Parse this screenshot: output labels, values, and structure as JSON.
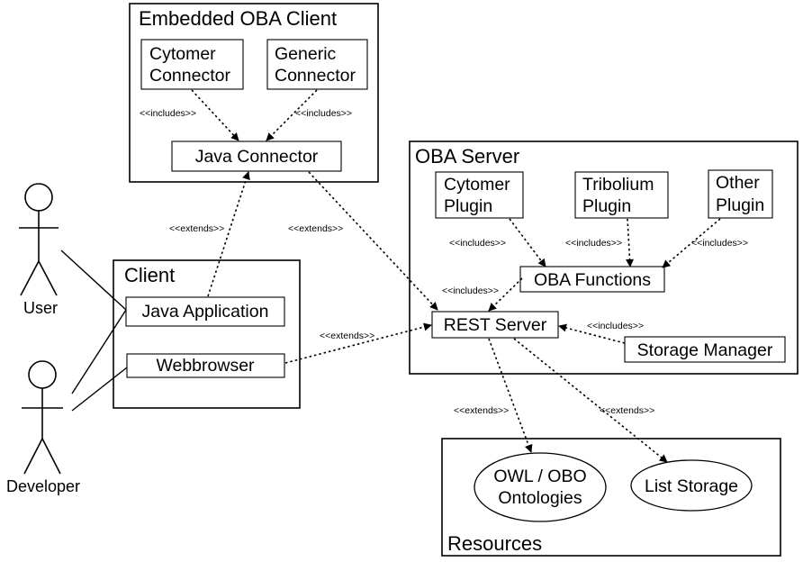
{
  "frames": {
    "embedded": "Embedded OBA Client",
    "oba_server": "OBA Server",
    "client": "Client",
    "resources": "Resources"
  },
  "components": {
    "cytomer_connector": [
      "Cytomer",
      "Connector"
    ],
    "generic_connector": [
      "Generic",
      "Connector"
    ],
    "java_connector": "Java Connector",
    "cytomer_plugin": [
      "Cytomer",
      "Plugin"
    ],
    "tribolium_plugin": [
      "Tribolium",
      "Plugin"
    ],
    "other_plugin": [
      "Other",
      "Plugin"
    ],
    "oba_functions": "OBA Functions",
    "rest_server": "REST Server",
    "storage_manager": "Storage Manager",
    "java_application": "Java Application",
    "webbrowser": "Webbrowser",
    "owl_obo": [
      "OWL / OBO",
      "Ontologies"
    ],
    "list_storage": "List Storage"
  },
  "actors": {
    "user": "User",
    "developer": "Developer"
  },
  "relations": {
    "includes": "<<includes>>",
    "extends": "<<extends>>"
  }
}
